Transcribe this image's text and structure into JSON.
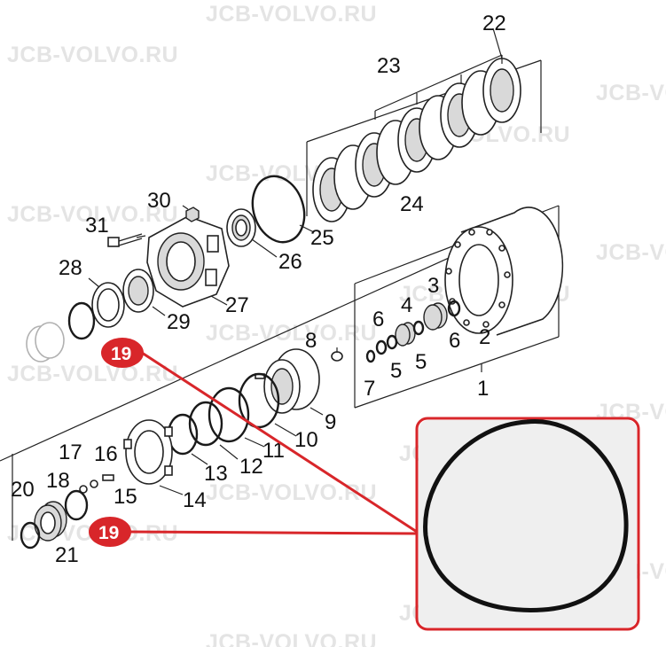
{
  "watermark": "JCB-VOLVO.RU",
  "labels": {
    "p1": "1",
    "p2": "2",
    "p3": "3",
    "p4": "4",
    "p5a": "5",
    "p5b": "5",
    "p6a": "6",
    "p6b": "6",
    "p7": "7",
    "p8": "8",
    "p9": "9",
    "p10": "10",
    "p11": "11",
    "p12": "12",
    "p13": "13",
    "p14": "14",
    "p15": "15",
    "p16": "16",
    "p17": "17",
    "p18": "18",
    "p20": "20",
    "p21": "21",
    "p22": "22",
    "p23": "23",
    "p24": "24",
    "p25": "25",
    "p26": "26",
    "p27": "27",
    "p28": "28",
    "p29": "29",
    "p30": "30",
    "p31": "31"
  },
  "callouts": {
    "c1": "19",
    "c2": "19"
  },
  "colors": {
    "highlight": "#d8262a",
    "photo_frame": "#d8262a"
  }
}
